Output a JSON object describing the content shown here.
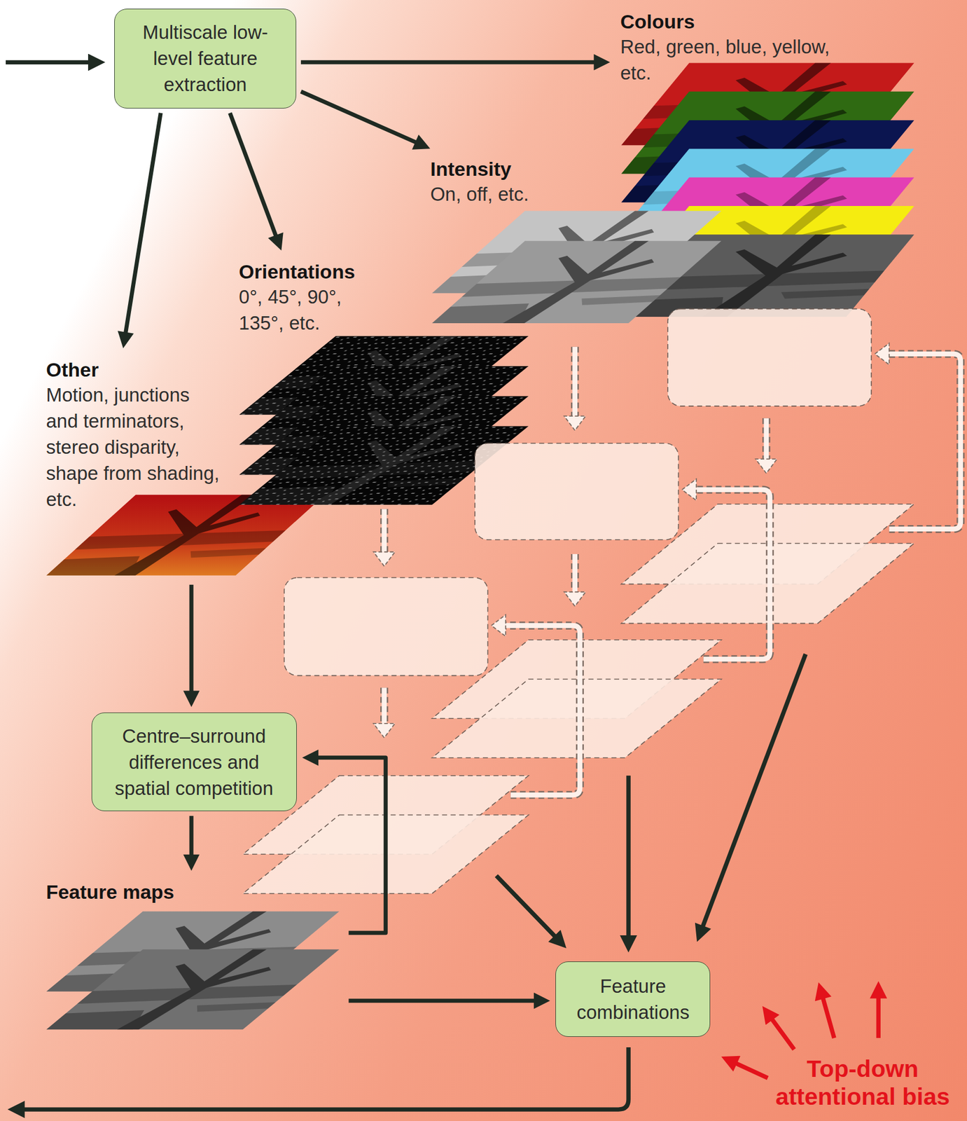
{
  "diagram": {
    "nodes": [
      {
        "text": [
          "Multiscale low-level feature extraction"
        ]
      },
      {
        "text": [
          "Colours",
          "Red, green, blue, yellow, etc."
        ]
      },
      {
        "text": [
          "Intensity",
          "On, off, etc."
        ]
      },
      {
        "text": [
          "Orientations",
          "0°, 45°, 90°, 135°, etc."
        ]
      },
      {
        "text": [
          "Other",
          "Motion, junctions and terminators, stereo disparity, shape from shading, etc."
        ]
      },
      {
        "text": [
          "Centre–surround differences and spatial competition"
        ]
      },
      {
        "text": [
          "Feature maps"
        ]
      },
      {
        "text": [
          "Feature combinations"
        ]
      }
    ],
    "edges": [
      {
        "from": 0,
        "to": 1,
        "arrow": "to"
      },
      {
        "from": 0,
        "to": 2,
        "arrow": "to"
      },
      {
        "from": 0,
        "to": 3,
        "arrow": "to"
      },
      {
        "from": 0,
        "to": 4,
        "arrow": "to"
      },
      {
        "from": 4,
        "to": 5,
        "arrow": "to"
      },
      {
        "from": 5,
        "to": 6,
        "arrow": "to"
      },
      {
        "from": 6,
        "to": 5,
        "arrow": "to"
      },
      {
        "from": 6,
        "to": 7,
        "arrow": "to"
      }
    ],
    "labels": [
      "Top-down attentional bias"
    ]
  }
}
